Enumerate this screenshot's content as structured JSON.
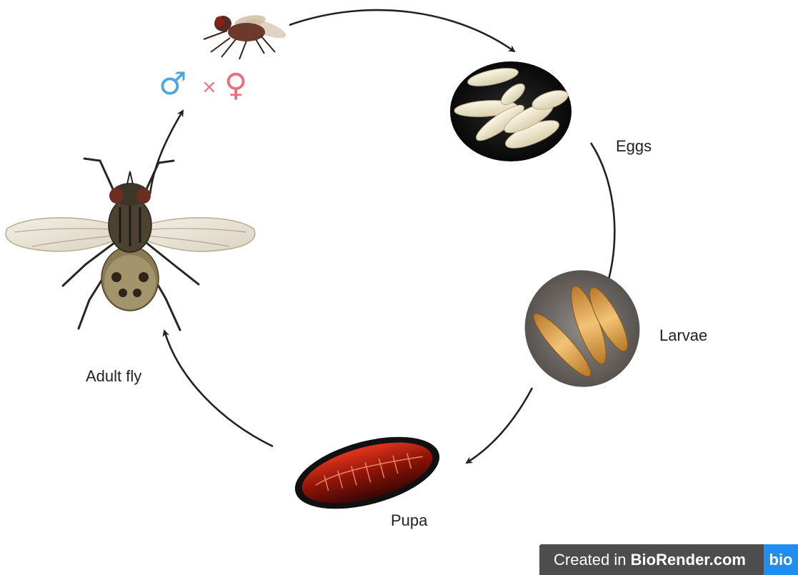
{
  "stages": {
    "eggs": "Eggs",
    "larvae": "Larvae",
    "pupa": "Pupa",
    "adult": "Adult fly"
  },
  "mating": {
    "male_symbol": "♂",
    "times": "×",
    "female_symbol": "♀"
  },
  "colors": {
    "male": "#4aa8de",
    "female": "#e8707e",
    "times": "#e8707e",
    "arrow": "#222222"
  },
  "watermark": {
    "prefix": "Created in ",
    "brand": "BioRender.com",
    "logo": "bio"
  }
}
